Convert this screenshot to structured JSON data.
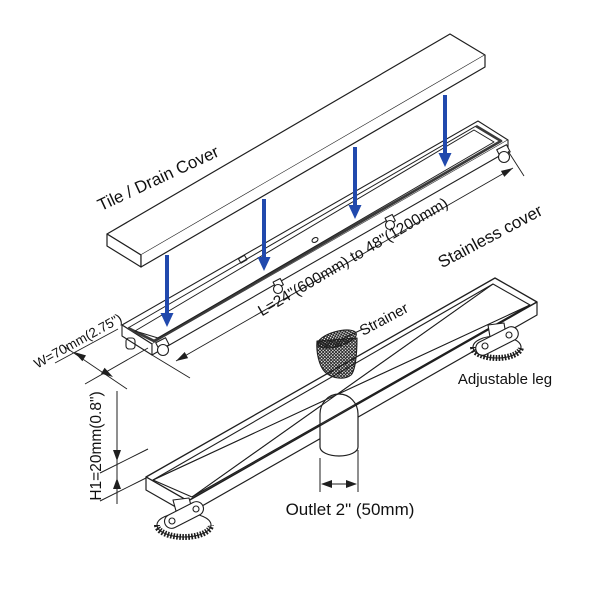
{
  "diagram": {
    "labels": {
      "tile_cover": "Tile / Drain Cover",
      "stainless_cover": "Stainless cover",
      "length_dim": "L=24\"(600mm) to 48\"(1200mm)",
      "width_dim": "W=70mm(2.75\")",
      "height_dim": "H1=20mm(0.8\")",
      "strainer": "Strainer",
      "adjustable_leg": "Adjustable leg",
      "outlet_dim": "Outlet 2\" (50mm)"
    },
    "colors": {
      "assembly_arrow_blue": "#2149ad",
      "line_black": "#1f1f1f",
      "background": "#ffffff"
    }
  }
}
